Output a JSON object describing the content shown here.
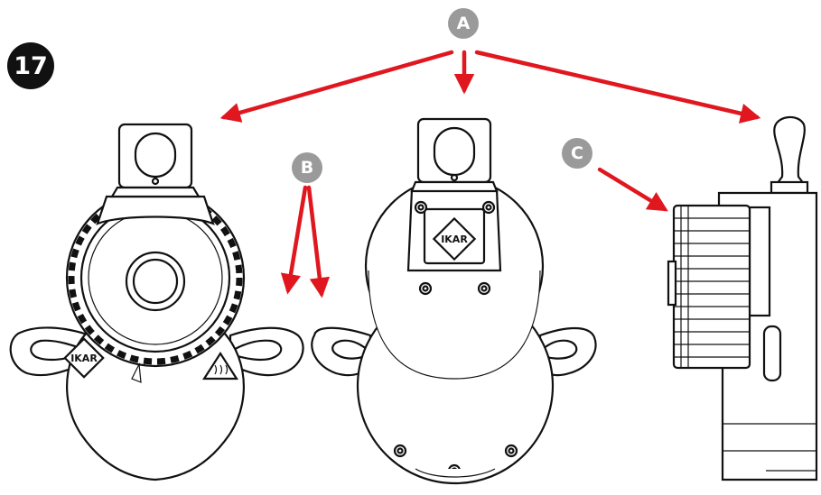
{
  "step_number": "17",
  "callouts": {
    "a": "A",
    "b": "B",
    "c": "C"
  },
  "brand_label": "IKAR",
  "colors": {
    "arrow": "#e0171f",
    "callout_badge": "#9a9a9a",
    "step_badge": "#111111",
    "line": "#111111"
  },
  "icons": {
    "hot_surface": "hot-surface-warning-icon"
  }
}
